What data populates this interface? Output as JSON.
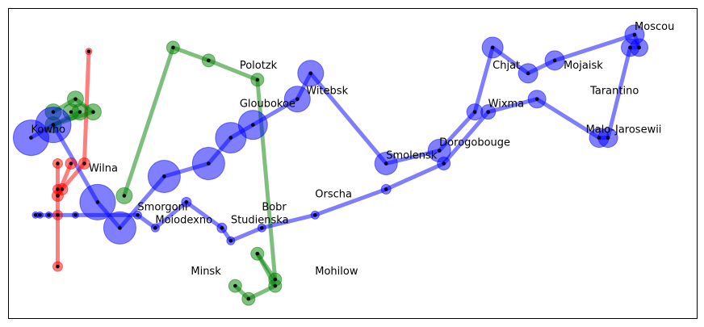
{
  "chart_data": {
    "type": "line",
    "title": "",
    "xlabel": "",
    "ylabel": "",
    "xlim": [
      23.5,
      39.0
    ],
    "ylim": [
      53.6,
      56.0
    ],
    "grid": false,
    "legend": "none",
    "colors": {
      "red": "#ff0000",
      "green": "#008000",
      "blue": "#0000ff"
    },
    "series": [
      {
        "color": "red",
        "points": [
          {
            "x": 25.3,
            "y": 55.67,
            "size": 4
          },
          {
            "x": 25.2,
            "y": 54.8,
            "size": 7
          },
          {
            "x": 24.7,
            "y": 54.6,
            "size": 7
          },
          {
            "x": 24.6,
            "y": 54.55,
            "size": 7
          },
          {
            "x": 24.9,
            "y": 54.8,
            "size": 7
          }
        ],
        "path_order": [
          0,
          1,
          2,
          3,
          4
        ]
      },
      {
        "color": "red",
        "points": [
          {
            "x": 24.6,
            "y": 54.8,
            "size": 6
          },
          {
            "x": 24.6,
            "y": 54.4,
            "size": 6
          },
          {
            "x": 24.6,
            "y": 54.0,
            "size": 6
          },
          {
            "x": 24.6,
            "y": 54.6,
            "size": 6
          }
        ],
        "path_order": [
          0,
          1,
          2
        ]
      },
      {
        "color": "green",
        "points": [
          {
            "x": 24.5,
            "y": 55.2,
            "size": 10
          },
          {
            "x": 25.0,
            "y": 55.3,
            "size": 10
          },
          {
            "x": 25.4,
            "y": 55.2,
            "size": 10
          },
          {
            "x": 24.5,
            "y": 55.1,
            "size": 10
          },
          {
            "x": 25.1,
            "y": 55.2,
            "size": 10
          }
        ],
        "path_order": [
          0,
          1,
          2,
          3,
          4
        ]
      },
      {
        "color": "green",
        "points": [
          {
            "x": 24.9,
            "y": 55.2,
            "size": 10
          },
          {
            "x": 26.1,
            "y": 54.55,
            "size": 10
          },
          {
            "x": 27.2,
            "y": 55.7,
            "size": 8
          },
          {
            "x": 28.0,
            "y": 55.6,
            "size": 8
          },
          {
            "x": 29.1,
            "y": 55.45,
            "size": 8
          },
          {
            "x": 29.5,
            "y": 53.9,
            "size": 8
          },
          {
            "x": 28.9,
            "y": 53.75,
            "size": 8
          },
          {
            "x": 28.6,
            "y": 53.85,
            "size": 8
          },
          {
            "x": 29.5,
            "y": 53.85,
            "size": 8
          },
          {
            "x": 29.1,
            "y": 54.1,
            "size": 8
          }
        ],
        "path_order": [
          1,
          2,
          3,
          4,
          5,
          9,
          8,
          6,
          7
        ]
      },
      {
        "color": "blue",
        "points": [
          {
            "x": 24.0,
            "y": 55.0,
            "size": 22
          },
          {
            "x": 24.5,
            "y": 55.1,
            "size": 22
          },
          {
            "x": 25.5,
            "y": 54.5,
            "size": 22
          },
          {
            "x": 26.0,
            "y": 54.3,
            "size": 20
          },
          {
            "x": 27.0,
            "y": 54.7,
            "size": 20
          },
          {
            "x": 28.0,
            "y": 54.8,
            "size": 20
          },
          {
            "x": 28.5,
            "y": 55.0,
            "size": 19
          },
          {
            "x": 29.0,
            "y": 55.1,
            "size": 18
          },
          {
            "x": 30.0,
            "y": 55.3,
            "size": 16
          },
          {
            "x": 30.3,
            "y": 55.5,
            "size": 16
          },
          {
            "x": 32.0,
            "y": 54.8,
            "size": 14
          },
          {
            "x": 33.2,
            "y": 54.9,
            "size": 14
          },
          {
            "x": 34.0,
            "y": 55.2,
            "size": 10
          },
          {
            "x": 34.4,
            "y": 55.7,
            "size": 13
          },
          {
            "x": 35.2,
            "y": 55.5,
            "size": 12
          },
          {
            "x": 35.8,
            "y": 55.6,
            "size": 12
          },
          {
            "x": 37.6,
            "y": 55.8,
            "size": 12
          },
          {
            "x": 37.7,
            "y": 55.7,
            "size": 11
          },
          {
            "x": 37.5,
            "y": 55.7,
            "size": 11
          },
          {
            "x": 37.0,
            "y": 55.0,
            "size": 12
          },
          {
            "x": 36.8,
            "y": 55.0,
            "size": 12
          },
          {
            "x": 35.4,
            "y": 55.3,
            "size": 11
          },
          {
            "x": 34.3,
            "y": 55.2,
            "size": 9
          },
          {
            "x": 33.3,
            "y": 54.8,
            "size": 8
          },
          {
            "x": 32.0,
            "y": 54.6,
            "size": 6
          },
          {
            "x": 30.4,
            "y": 54.4,
            "size": 5
          },
          {
            "x": 29.2,
            "y": 54.3,
            "size": 5
          },
          {
            "x": 28.5,
            "y": 54.2,
            "size": 5
          },
          {
            "x": 28.3,
            "y": 54.3,
            "size": 6
          },
          {
            "x": 27.5,
            "y": 54.5,
            "size": 6
          },
          {
            "x": 26.8,
            "y": 54.3,
            "size": 5
          },
          {
            "x": 26.4,
            "y": 54.4,
            "size": 5
          },
          {
            "x": 25.0,
            "y": 54.4,
            "size": 4
          },
          {
            "x": 24.4,
            "y": 54.4,
            "size": 4
          },
          {
            "x": 24.2,
            "y": 54.4,
            "size": 4
          },
          {
            "x": 24.1,
            "y": 54.4,
            "size": 4
          }
        ],
        "path_order": [
          0,
          1,
          2,
          3,
          4,
          5,
          6,
          7,
          8,
          9,
          10,
          11,
          12,
          13,
          14,
          15,
          16,
          17,
          18,
          19,
          20,
          21,
          22,
          23,
          24,
          25,
          26,
          27,
          28,
          29,
          30,
          31,
          32,
          33,
          34,
          35
        ]
      }
    ],
    "annotations": [
      {
        "text": "Kowno",
        "x": 24.0,
        "y": 55.0
      },
      {
        "text": "Wilna",
        "x": 25.3,
        "y": 54.7
      },
      {
        "text": "Smorgoni",
        "x": 26.4,
        "y": 54.4
      },
      {
        "text": "Moiodexno",
        "x": 26.8,
        "y": 54.3
      },
      {
        "text": "Gloubokoe",
        "x": 28.7,
        "y": 55.2
      },
      {
        "text": "Minsk",
        "x": 27.6,
        "y": 53.9
      },
      {
        "text": "Studienska",
        "x": 28.5,
        "y": 54.3
      },
      {
        "text": "Polotzk",
        "x": 28.7,
        "y": 55.5
      },
      {
        "text": "Bobr",
        "x": 29.2,
        "y": 54.4
      },
      {
        "text": "Witebsk",
        "x": 30.2,
        "y": 55.3
      },
      {
        "text": "Orscha",
        "x": 30.4,
        "y": 54.5
      },
      {
        "text": "Mohilow",
        "x": 30.4,
        "y": 53.9
      },
      {
        "text": "Smolensk",
        "x": 32.0,
        "y": 54.8
      },
      {
        "text": "Dorogobouge",
        "x": 33.2,
        "y": 54.9
      },
      {
        "text": "Wixma",
        "x": 34.3,
        "y": 55.2
      },
      {
        "text": "Chjat",
        "x": 34.4,
        "y": 55.5
      },
      {
        "text": "Mojaisk",
        "x": 36.0,
        "y": 55.5
      },
      {
        "text": "Tarantino",
        "x": 36.6,
        "y": 55.3
      },
      {
        "text": "Malo-Jarosewii",
        "x": 36.5,
        "y": 55.0
      },
      {
        "text": "Moscou",
        "x": 37.6,
        "y": 55.8
      }
    ]
  }
}
